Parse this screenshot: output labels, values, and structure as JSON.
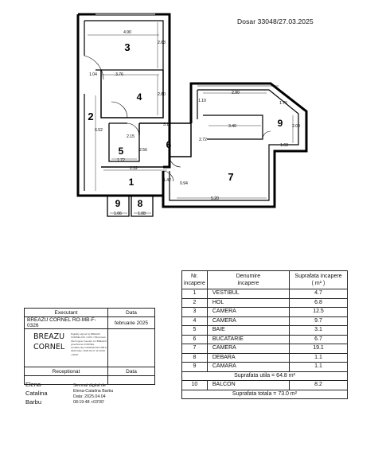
{
  "header": {
    "ref": "Dosar 33048/27.03.2025"
  },
  "plan": {
    "rooms": [
      {
        "id": "room-3-label",
        "text": "3"
      },
      {
        "id": "room-4-label",
        "text": "4"
      },
      {
        "id": "room-2-label",
        "text": "2"
      },
      {
        "id": "room-5-label",
        "text": "5"
      },
      {
        "id": "room-6-label",
        "text": "6"
      },
      {
        "id": "room-7-label",
        "text": "7"
      },
      {
        "id": "room-1-label",
        "text": "1"
      },
      {
        "id": "room-9-label",
        "text": "9"
      },
      {
        "id": "room-9b-label",
        "text": "9"
      },
      {
        "id": "room-8-label",
        "text": "8"
      }
    ],
    "dims": [
      "4.90",
      "2.63",
      "1.04",
      "3.76",
      "2.80",
      "6.52",
      "3.17",
      "2.15",
      "1.72",
      "2.56",
      "2.32",
      "1.42",
      "1.06",
      "1.08",
      "2.90",
      "1.10",
      "3.40",
      "1.76",
      "2.00",
      "1.60",
      "2.72",
      "5.20",
      "0.94"
    ]
  },
  "rooms_table": {
    "headers": {
      "nr": "Nr.\nincapere",
      "name": "Denumire\nincapere",
      "area": "Suprafata incapere\n( m² )"
    },
    "rows": [
      {
        "nr": "1",
        "name": "VESTIBUL",
        "area": "4.7"
      },
      {
        "nr": "2",
        "name": "HOL",
        "area": "6.8"
      },
      {
        "nr": "3",
        "name": "CAMERA",
        "area": "12.5"
      },
      {
        "nr": "4",
        "name": "CAMERA",
        "area": "9.7"
      },
      {
        "nr": "5",
        "name": "BAIE",
        "area": "3.1"
      },
      {
        "nr": "6",
        "name": "BUCATARIE",
        "area": "6.7"
      },
      {
        "nr": "7",
        "name": "CAMERA",
        "area": "19.1"
      },
      {
        "nr": "8",
        "name": "DEBARA",
        "area": "1.1"
      },
      {
        "nr": "9",
        "name": "CAMARA",
        "area": "1.1"
      }
    ],
    "useful_total": "Suprafata utila = 64.8 m²",
    "balcony": {
      "nr": "10",
      "name": "BALCON",
      "area": "8.2"
    },
    "grand_total": "Suprafata totala = 73.0 m²"
  },
  "executant": {
    "label": "Executant",
    "date_label": "Data",
    "name_line": "BREAZU CORNEL  RO-MB-F-0326",
    "date": "februarie 2025",
    "sig_name": "BREAZU\nCORNEL",
    "sig_stamp": "Digitally signed by BREAZU CORNEL DN: c=RO, l=Bucuresti, title=Inginer Geodez cn=BREAZU, givenName=CORNEL serialNumber=2000418 RO-MB-F-0326 Date: 2025.03.27 11:40:08 +02'00'",
    "receptionist_label": "Receptionat",
    "receptionist_date_label": "Data"
  },
  "receptionist": {
    "name": "Elena-\nCatalina\nBarbu",
    "stamp": "Semnat digital de\nElena-Catalina Barbu\nData: 2025.04.04\n08:19:48 +03'00'"
  }
}
